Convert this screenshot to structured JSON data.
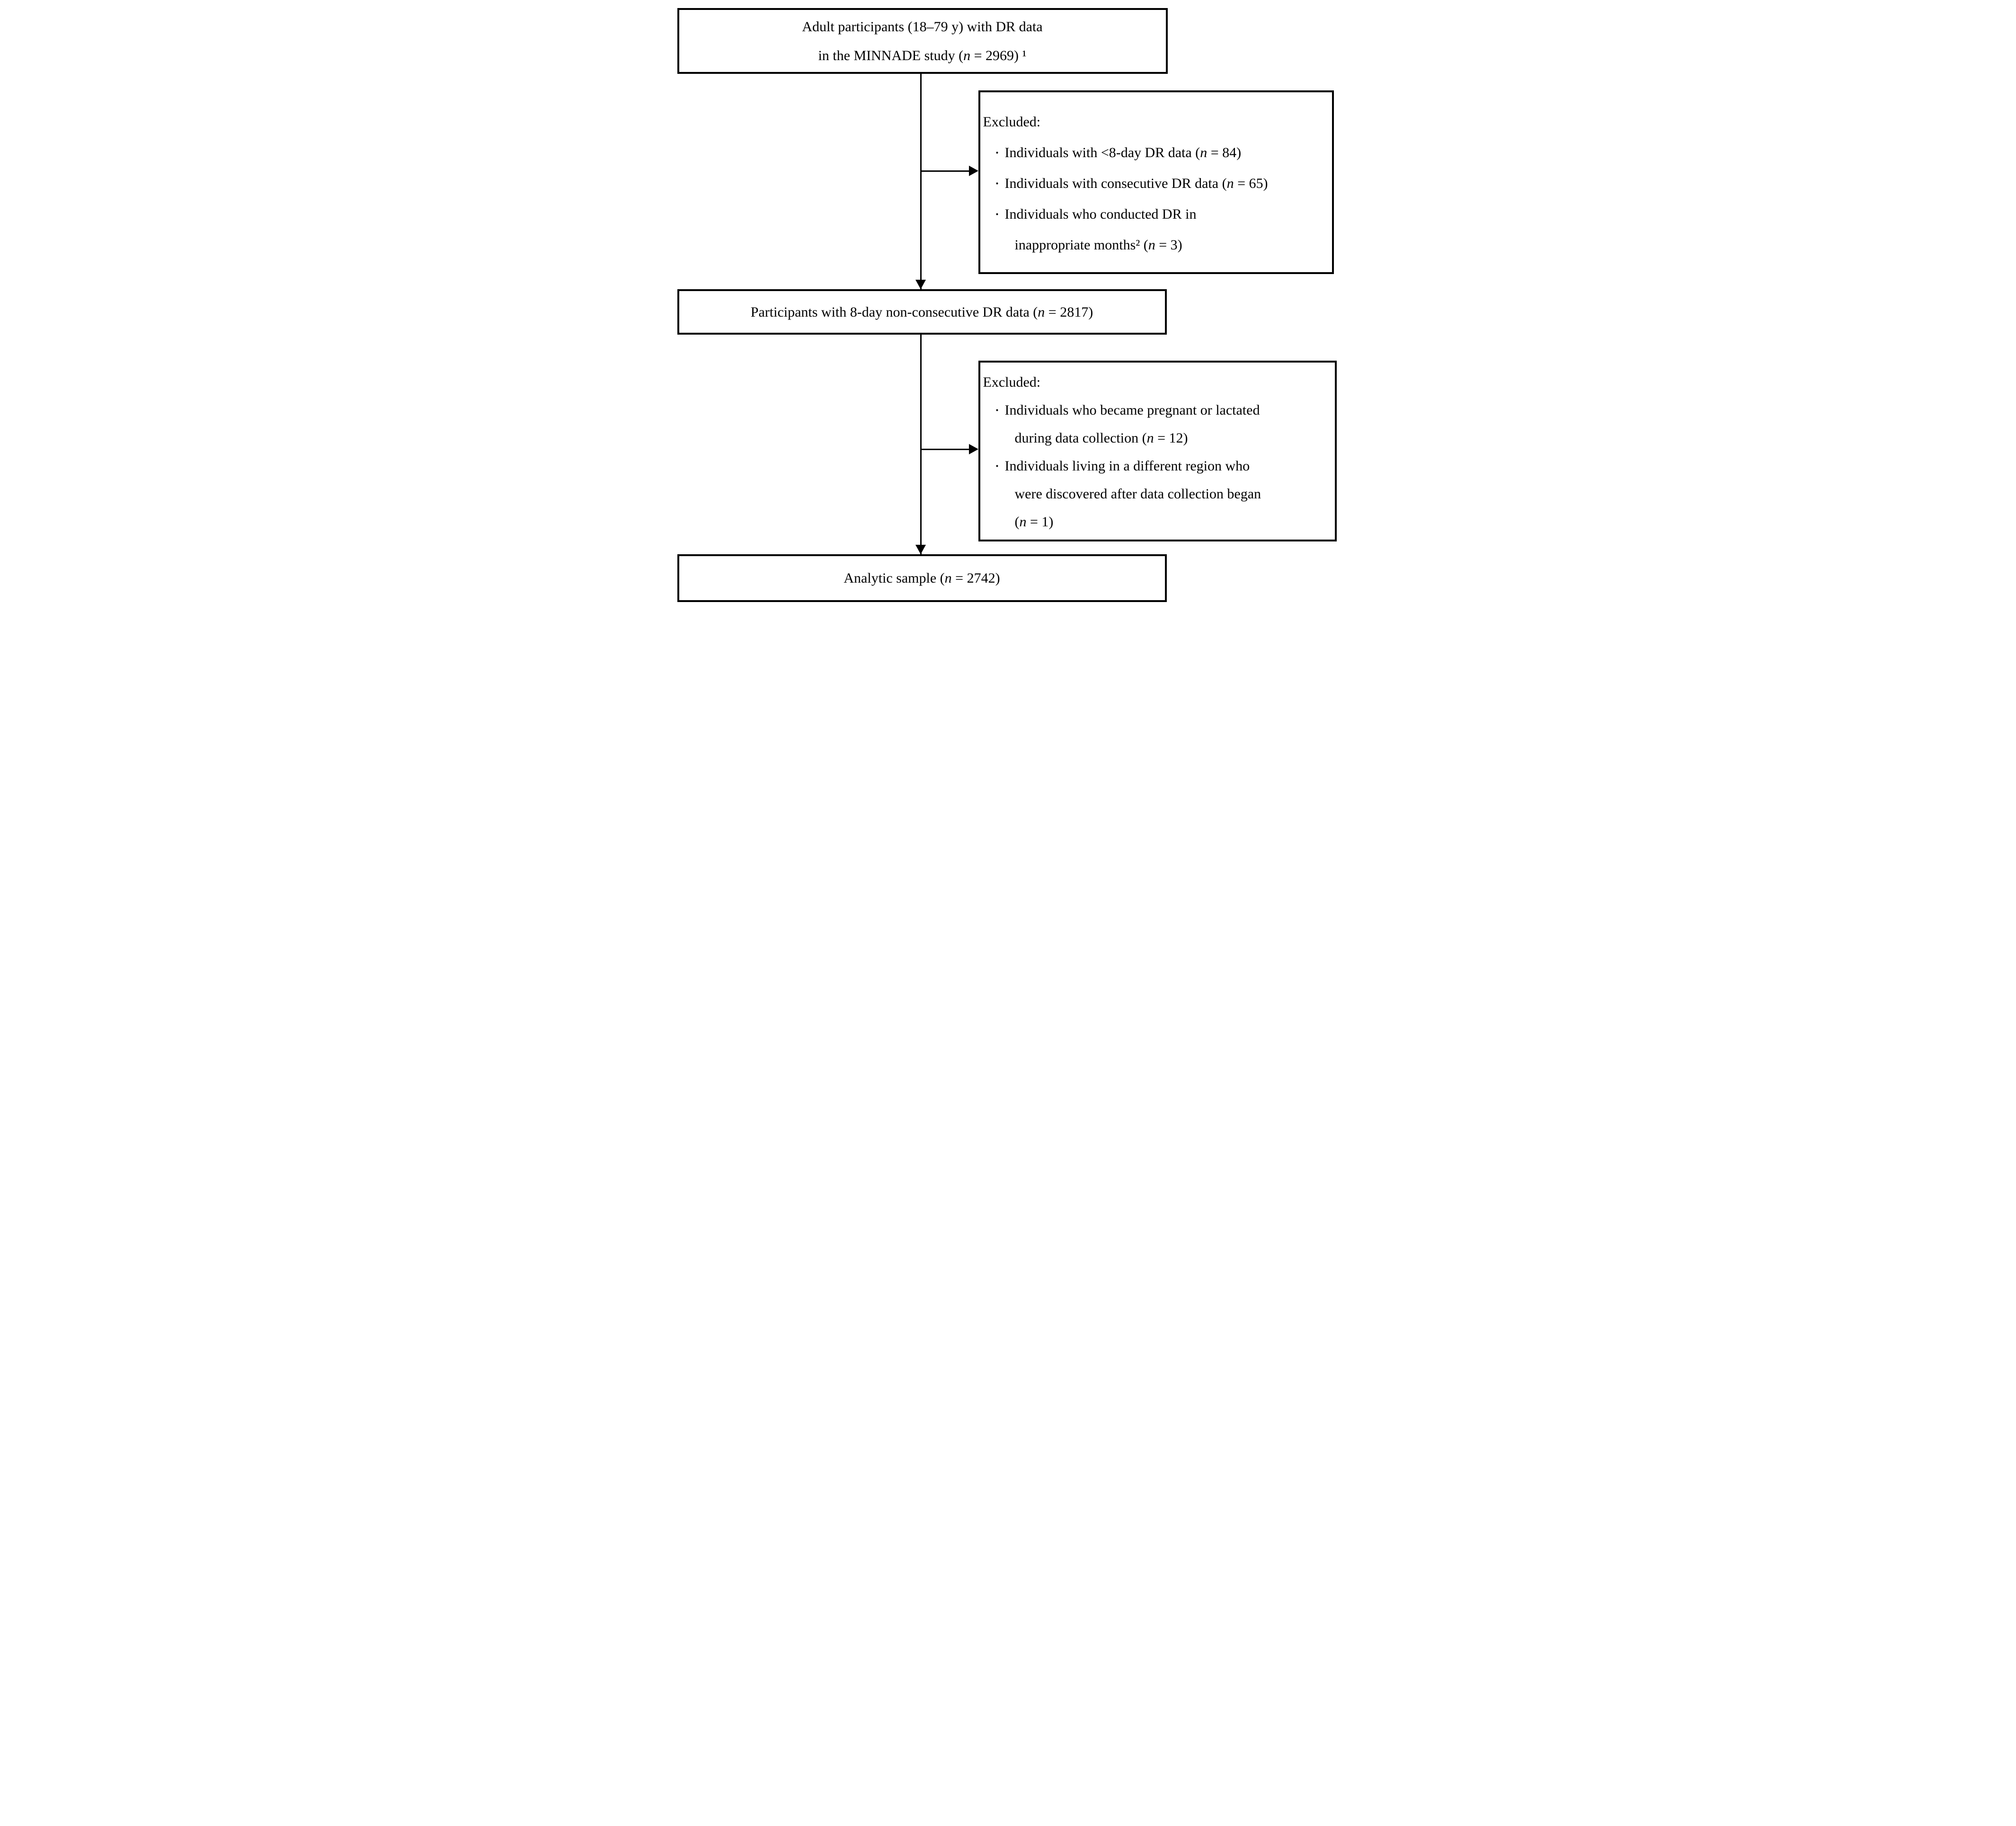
{
  "bullet_char": "•",
  "colors": {
    "line": "#000000",
    "background": "#ffffff",
    "text": "#000000"
  },
  "boxes": {
    "top": {
      "lines": [
        "Adult participants (18–79 y) with DR data",
        "in the MINNADE study (n = 2969) ¹"
      ]
    },
    "excluded1": {
      "title": "Excluded:",
      "items": [
        {
          "lines": [
            "Individuals with <8-day DR data (n = 84)"
          ]
        },
        {
          "lines": [
            "Individuals with consecutive DR data (n = 65)"
          ]
        },
        {
          "lines": [
            "Individuals who conducted DR in",
            "inappropriate months² (n = 3)"
          ]
        }
      ]
    },
    "middle": {
      "lines": [
        "Participants with 8-day non-consecutive DR data (n = 2817)"
      ]
    },
    "excluded2": {
      "title": "Excluded:",
      "items": [
        {
          "lines": [
            "Individuals who became pregnant or lactated",
            "during data collection (n = 12)"
          ]
        },
        {
          "lines": [
            "Individuals living in a different region who",
            "were discovered after data collection began",
            "(n = 1)"
          ]
        }
      ]
    },
    "bottom": {
      "lines": [
        "Analytic sample (n = 2742)"
      ]
    }
  }
}
